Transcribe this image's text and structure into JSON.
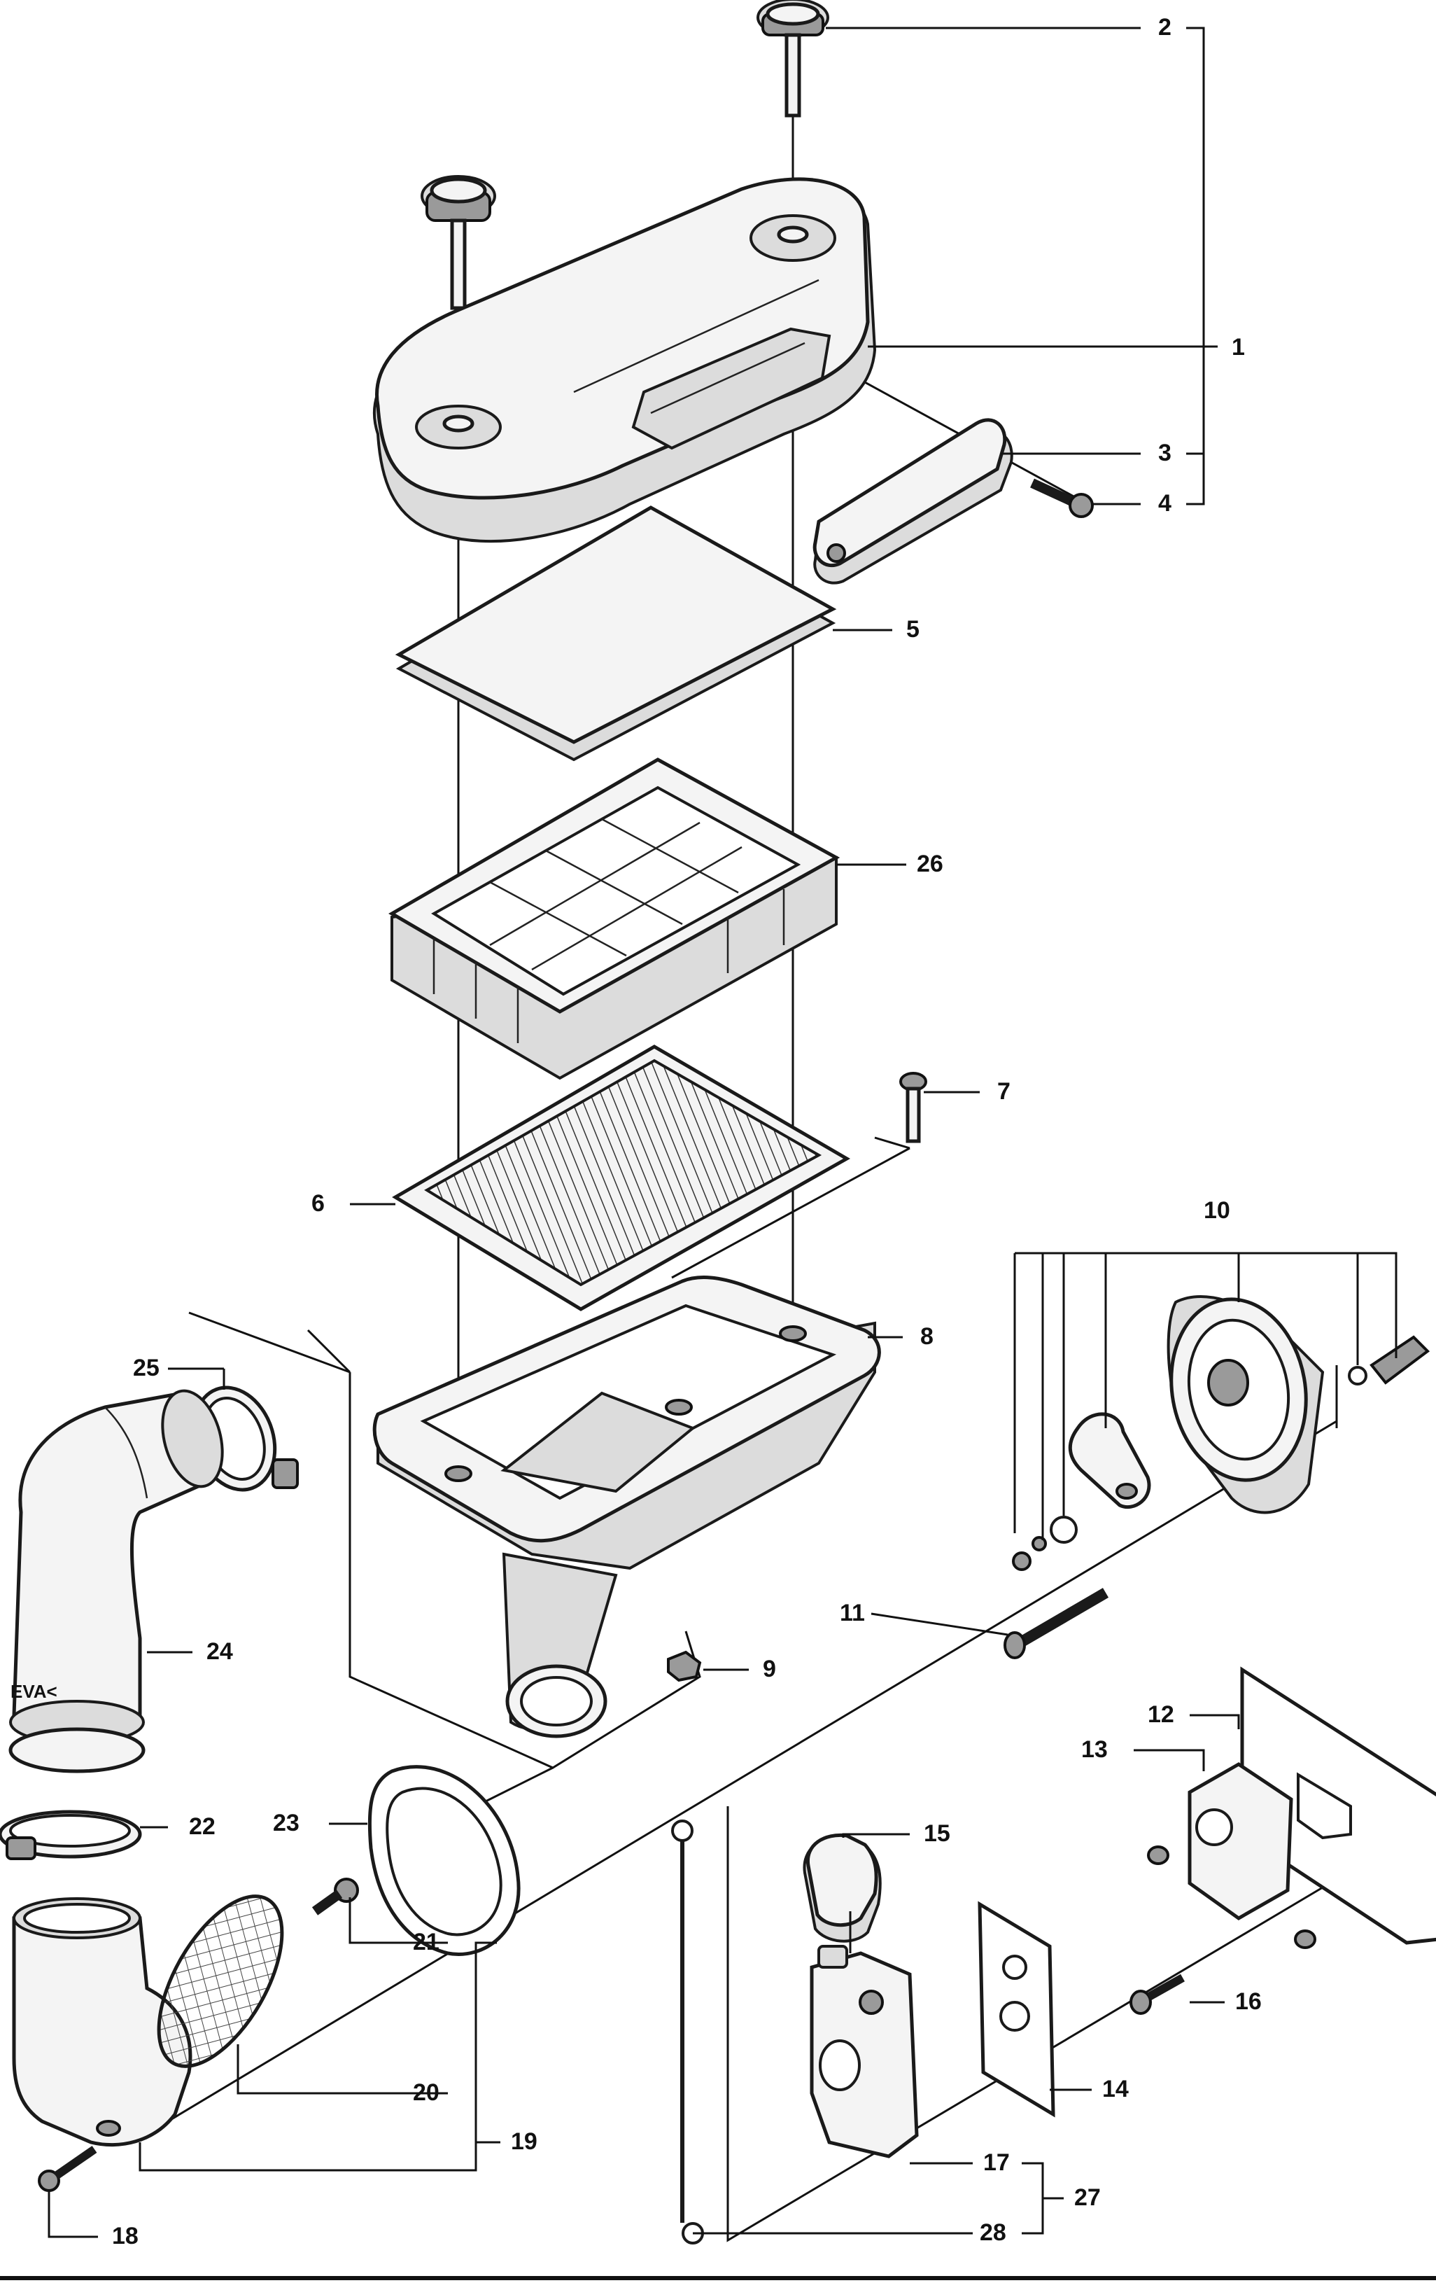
{
  "diagram": {
    "callouts": [
      "1",
      "2",
      "3",
      "4",
      "5",
      "6",
      "7",
      "8",
      "9",
      "10",
      "11",
      "12",
      "13",
      "14",
      "15",
      "16",
      "17",
      "18",
      "19",
      "20",
      "21",
      "22",
      "23",
      "24",
      "25",
      "26",
      "27",
      "28"
    ],
    "hose_marking": "EVA<"
  }
}
